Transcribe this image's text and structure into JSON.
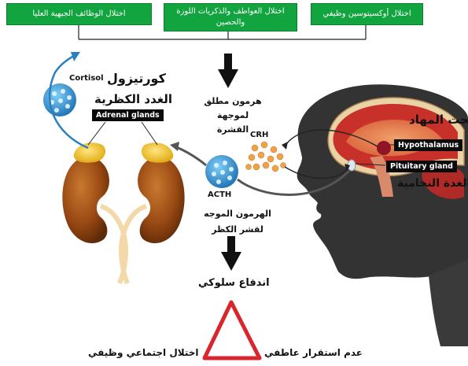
{
  "top_boxes": {
    "left": "اختلال الوظائف الجبهية العليا",
    "middle": "اختلال العواطف والذكريات اللوزة والحصين",
    "right": "اختلال أوكسيتوسين وظيفي"
  },
  "labels": {
    "cortisol_en": "Cortisol",
    "cortisol_ar": "كورتيزول",
    "adrenal_ar": "الغدد الكظرية",
    "adrenal_en": "Adrenal glands",
    "releasing_hormone_ar": "هرمون مطلق لموجهة القشرة",
    "crh": "CRH",
    "acth": "ACTH",
    "acth_ar": "الهرمون الموجه لقشر الكظر",
    "hypothalamus_ar": "تحت المهاد",
    "hypothalamus_en": "Hypothalamus",
    "pituitary_en": "Pituitary gland",
    "pituitary_ar": "الغدة النخامية",
    "behavioral_impulsivity": "اندفاع سلوكي",
    "social_dysfunction": "اختلال اجتماعي وظيفي",
    "emotional_instability": "عدم استقرار عاطفي"
  },
  "colors": {
    "box_green": "#12a53f",
    "arrow_blue": "#2a7fc0",
    "triangle_red": "#d9262c",
    "kidney": "#9a4a13",
    "adrenal": "#f2c21a"
  }
}
